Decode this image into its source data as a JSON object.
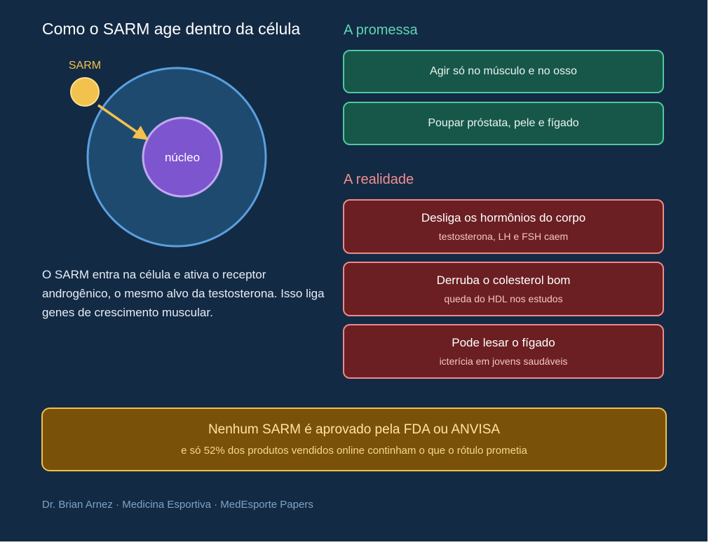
{
  "title": "Como o SARM age dentro da célula",
  "diagram": {
    "molecule_label": "SARM",
    "nucleus_label": "núcleo"
  },
  "description": "O SARM entra na célula e ativa o receptor androgênico, o mesmo alvo da testosterona. Isso liga genes de crescimento muscular.",
  "promise": {
    "title": "A promessa",
    "items": [
      "Agir só no músculo e no osso",
      "Poupar próstata, pele e fígado"
    ]
  },
  "reality": {
    "title": "A realidade",
    "items": [
      {
        "title": "Desliga os hormônios do corpo",
        "subtitle": "testosterona, LH e FSH caem"
      },
      {
        "title": "Derruba o colesterol bom",
        "subtitle": "queda do HDL nos estudos"
      },
      {
        "title": "Pode lesar o fígado",
        "subtitle": "icterícia em jovens saudáveis"
      }
    ]
  },
  "warning": {
    "title": "Nenhum SARM é aprovado pela FDA ou ANVISA",
    "subtitle": "e só 52% dos produtos vendidos online continham o que o rótulo prometia"
  },
  "footer": "Dr. Brian Arnez · Medicina Esportiva · MedEsporte Papers",
  "colors": {
    "background": "#132a44",
    "promise_accent": "#4fc89f",
    "reality_accent": "#ee8a8a",
    "warning_accent": "#f0c14b",
    "sarm": "#f3c14d",
    "nucleus": "#7c55cf"
  }
}
